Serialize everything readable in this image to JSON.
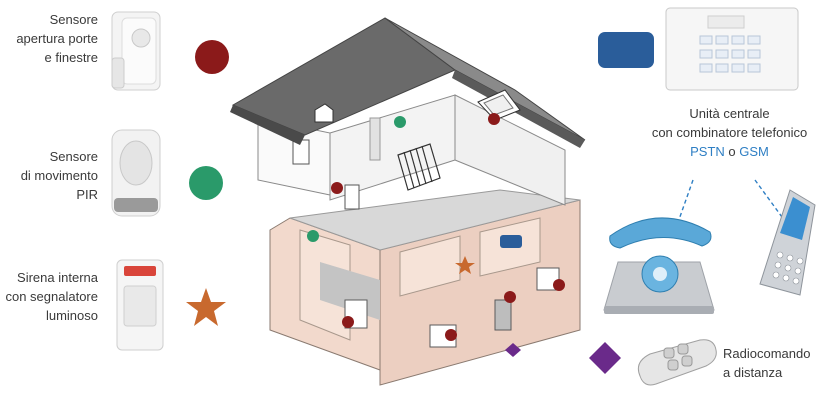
{
  "sensors": {
    "door": {
      "lines": [
        "Sensore",
        "apertura porte",
        "e finestre"
      ],
      "marker": "dark-red-circle",
      "color": "#8b1a1a"
    },
    "pir": {
      "lines": [
        "Sensore",
        "di movimento",
        "PIR"
      ],
      "marker": "green-circle",
      "color": "#2a9a6a"
    },
    "siren": {
      "lines": [
        "Sirena interna",
        "con segnalatore",
        "luminoso"
      ],
      "marker": "orange-star",
      "color": "#c8692e"
    }
  },
  "central": {
    "lines": [
      "Unità centrale",
      "con combinatore telefonico"
    ],
    "pstn": "PSTN",
    "or": " o ",
    "gsm": "GSM",
    "marker": "blue-rounded-rect",
    "color": "#2a5d9a"
  },
  "remote": {
    "lines": [
      "Radiocomando",
      "a distanza"
    ],
    "marker": "purple-diamond",
    "color": "#6a2a8a"
  }
}
